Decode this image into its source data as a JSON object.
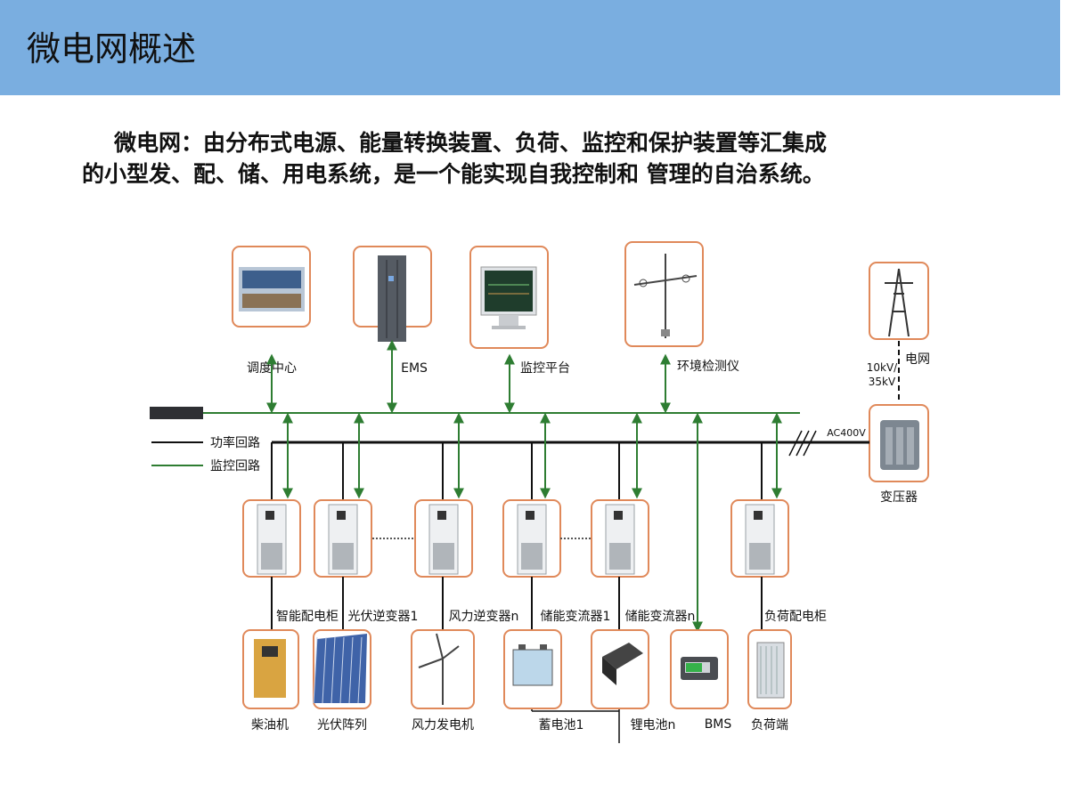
{
  "header": {
    "title": "微电网概述"
  },
  "intro": {
    "line1": "微电网：由分布式电源、能量转换装置、负荷、监控和保护装置等汇集成",
    "line2": "的小型发、配、储、用电系统，是一个能实现自我控制和 管理的自治系统。"
  },
  "diagram": {
    "top_labels": {
      "dispatch": "调度中心",
      "ems": "EMS",
      "monitor": "监控平台",
      "env": "环境检测仪"
    },
    "grid": {
      "label": "电网",
      "voltage1": "10kV/",
      "voltage2": "35kV"
    },
    "transformer": "变压器",
    "ac_label": "AC400V",
    "legend": {
      "power": "功率回路",
      "monitor": "监控回路"
    },
    "cabinet_labels": [
      "智能配电柜",
      "光伏逆变器1",
      "风力逆变器n",
      "储能变流器1",
      "储能变流器n",
      "负荷配电柜"
    ],
    "device_labels": [
      "柴油机",
      "光伏阵列",
      "风力发电机",
      "蓄电池1",
      "锂电池n",
      "BMS",
      "负荷端"
    ],
    "colors": {
      "power_line": "#111111",
      "monitor_line": "#2e7d32",
      "frame": "#e0895a"
    }
  }
}
